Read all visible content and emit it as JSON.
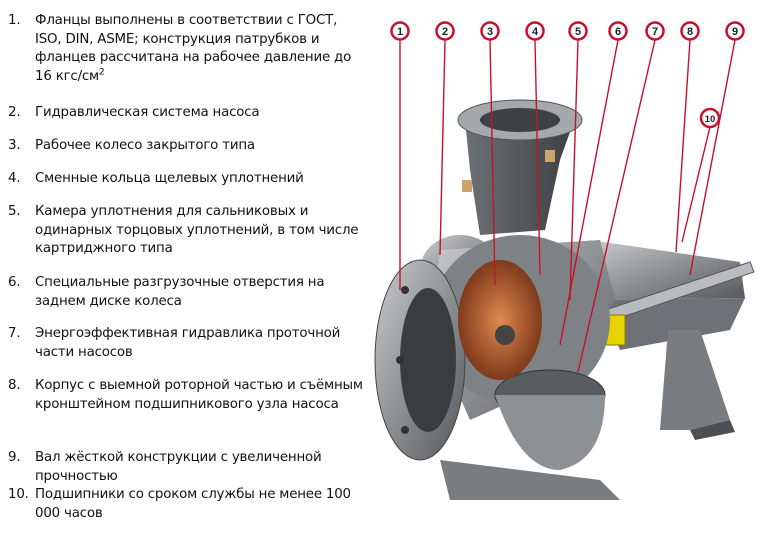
{
  "features": [
    {
      "num": "1.",
      "text": "Фланцы выполнены в соответствии с ГОСТ, ISO, DIN, ASME; конструкция патрубков и фланцев рассчитана на рабочее давление до 16 кгс/см",
      "sup": "2"
    },
    {
      "num": "2.",
      "text": "Гидравлическая система насоса"
    },
    {
      "num": "3.",
      "text": "Рабочее колесо закрытого типа"
    },
    {
      "num": "4.",
      "text": "Сменные кольца щелевых уплотнений"
    },
    {
      "num": "5.",
      "text": "Камера уплотнения для сальниковых и одинарных торцовых уплотнений, в том числе картриджного типа"
    },
    {
      "num": "6.",
      "text": "Специальные разгрузочные отверстия на заднем диске колеса"
    },
    {
      "num": "7.",
      "text": "Энергоэффективная гидравлика проточной части насосов"
    },
    {
      "num": "8.",
      "text": "Корпус с выемной роторной частью и съёмным кронштейном подшипникового узла насоса"
    },
    {
      "num": "9.",
      "text": "Вал жёсткой конструкции с увеличенной прочностью"
    },
    {
      "num": "10.",
      "text": "Подшипники со сроком службы не менее 100 000 часов"
    }
  ],
  "callouts": [
    "1",
    "2",
    "3",
    "4",
    "5",
    "6",
    "7",
    "8",
    "9",
    "10"
  ],
  "colors": {
    "callout_ring": "#c8102e",
    "body": "#8a8d90",
    "impeller": "#a0522d",
    "seal": "#e8d200"
  }
}
